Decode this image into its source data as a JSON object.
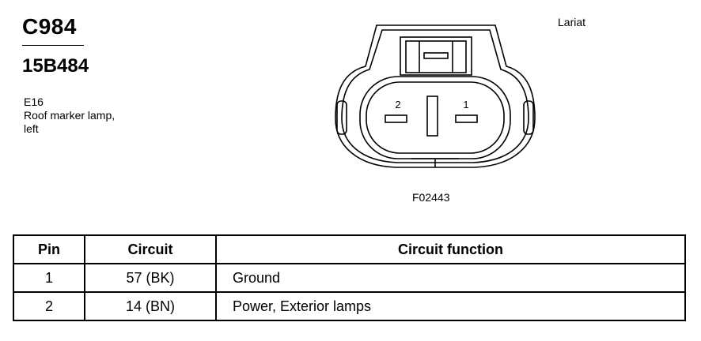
{
  "header": {
    "connector_id": "C984",
    "part_number": "15B484",
    "location_code": "E16",
    "description_line1": "Roof marker lamp,",
    "description_line2": "left",
    "variant": "Lariat"
  },
  "figure": {
    "code": "F02443",
    "pin_labels": [
      "2",
      "1"
    ]
  },
  "table": {
    "headers": [
      "Pin",
      "Circuit",
      "Circuit function"
    ],
    "rows": [
      {
        "pin": "1",
        "circuit": "57 (BK)",
        "function": "Ground"
      },
      {
        "pin": "2",
        "circuit": "14 (BN)",
        "function": "Power, Exterior lamps"
      }
    ]
  }
}
